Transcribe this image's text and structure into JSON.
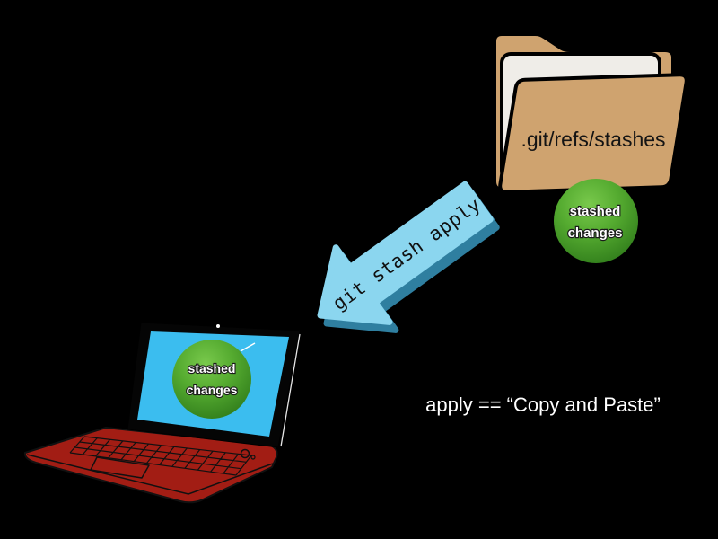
{
  "background_color": "#000000",
  "folder": {
    "label": ".git/refs/stashes",
    "color": "#CFA36F",
    "paper_color": "#EFEDE8"
  },
  "ball": {
    "line1": "stashed",
    "line2": "changes",
    "color_light": "#79C94C",
    "color_mid": "#55AB30",
    "color_dark": "#2E7A1A"
  },
  "arrow": {
    "label": "git stash apply",
    "face_color": "#8BD6EF",
    "side_color": "#2F7FA0"
  },
  "laptop": {
    "screen_color": "#3BBDEF",
    "body_color": "#A21D14"
  },
  "caption": {
    "text": "apply == “Copy and Paste”",
    "color": "#FFFFFF"
  }
}
